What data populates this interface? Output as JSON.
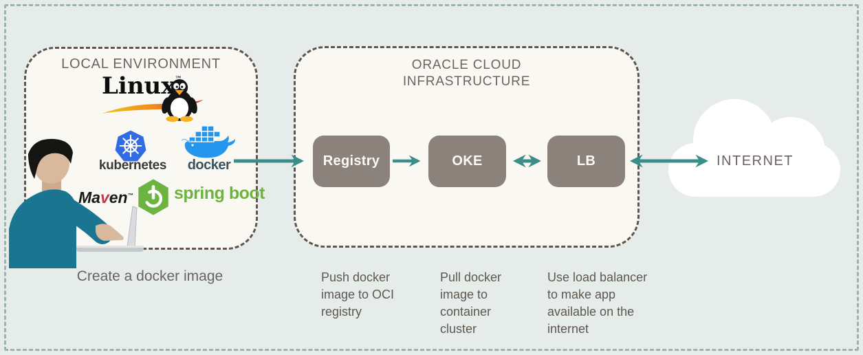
{
  "local": {
    "title": "LOCAL ENVIRONMENT",
    "caption": "Create a docker image",
    "linux_label": "Linux",
    "linux_tm": "™",
    "kubernetes_label": "kubernetes",
    "docker_label": "docker",
    "maven_pre": "Ma",
    "maven_v": "v",
    "maven_post": "en",
    "maven_tm": "™",
    "spring_label": "spring boot"
  },
  "oci": {
    "title_line1": "ORACLE CLOUD",
    "title_line2": "INFRASTRUCTURE",
    "nodes": [
      {
        "label": "Registry",
        "caption": "Push docker image to OCI registry"
      },
      {
        "label": "OKE",
        "caption": "Pull docker image to container cluster"
      },
      {
        "label": "LB",
        "caption": "Use load balancer to make app available on the internet"
      }
    ]
  },
  "internet": {
    "label": "INTERNET"
  },
  "icons": [
    "tux-penguin-icon",
    "linux-swoosh-icon",
    "kubernetes-helm-icon",
    "docker-whale-icon",
    "spring-boot-hexagon-icon",
    "developer-at-laptop-icon",
    "cloud-icon",
    "arrow-right-icon",
    "arrow-bidirectional-icon"
  ],
  "colors": {
    "background": "#e5ece9",
    "outer_dash": "#9fb2af",
    "panel_fill": "#faf8f3",
    "panel_dash": "#5d554e",
    "node_fill": "#8a827b",
    "node_text": "#faf9f7",
    "arrow_teal": "#3b8d89",
    "heading_text": "#6b6360",
    "caption_text": "#5e5750",
    "kubernetes_blue": "#326ce5",
    "docker_blue": "#2496ed",
    "spring_green": "#6db33f",
    "person_sweater_teal": "#1a7591",
    "cloud_white": "#ffffff"
  }
}
